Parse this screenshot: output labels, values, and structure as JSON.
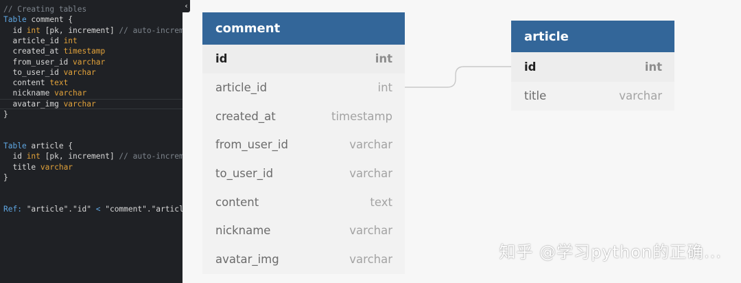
{
  "editor": {
    "lines": [
      [
        {
          "t": "// Creating tables",
          "c": "comment"
        }
      ],
      [
        {
          "t": "Table",
          "c": "keyword"
        },
        {
          "t": " comment {",
          "c": "ident"
        }
      ],
      [
        {
          "t": "  id ",
          "c": "ident"
        },
        {
          "t": "int",
          "c": "type"
        },
        {
          "t": " [pk, increment] ",
          "c": "ident"
        },
        {
          "t": "// auto-increment",
          "c": "comment"
        }
      ],
      [
        {
          "t": "  article_id ",
          "c": "ident"
        },
        {
          "t": "int",
          "c": "type"
        }
      ],
      [
        {
          "t": "  created_at ",
          "c": "ident"
        },
        {
          "t": "timestamp",
          "c": "type"
        }
      ],
      [
        {
          "t": "  from_user_id ",
          "c": "ident"
        },
        {
          "t": "varchar",
          "c": "type"
        }
      ],
      [
        {
          "t": "  to_user_id ",
          "c": "ident"
        },
        {
          "t": "varchar",
          "c": "type"
        }
      ],
      [
        {
          "t": "  content ",
          "c": "ident"
        },
        {
          "t": "text",
          "c": "type"
        }
      ],
      [
        {
          "t": "  nickname ",
          "c": "ident"
        },
        {
          "t": "varchar",
          "c": "type"
        }
      ],
      [
        {
          "t": "  avatar_img ",
          "c": "ident"
        },
        {
          "t": "varchar",
          "c": "type"
        }
      ],
      [
        {
          "t": "}",
          "c": "ident"
        }
      ],
      [],
      [],
      [
        {
          "t": "Table",
          "c": "keyword"
        },
        {
          "t": " article {",
          "c": "ident"
        }
      ],
      [
        {
          "t": "  id ",
          "c": "ident"
        },
        {
          "t": "int",
          "c": "type"
        },
        {
          "t": " [pk, increment] ",
          "c": "ident"
        },
        {
          "t": "// auto-increment",
          "c": "comment"
        }
      ],
      [
        {
          "t": "  title ",
          "c": "ident"
        },
        {
          "t": "varchar",
          "c": "type"
        }
      ],
      [
        {
          "t": "}",
          "c": "ident"
        }
      ],
      [],
      [],
      [
        {
          "t": "Ref:",
          "c": "keyword"
        },
        {
          "t": " \"article\".\"id\" ",
          "c": "ident"
        },
        {
          "t": "<",
          "c": "op"
        },
        {
          "t": " \"comment\".\"article_id\"",
          "c": "ident"
        }
      ]
    ],
    "active_line": 9,
    "collapse_icon": "chevron-left-icon",
    "collapse_glyph": "‹"
  },
  "tables": [
    {
      "name": "comment",
      "fields": [
        {
          "name": "id",
          "type": "int",
          "pk": true
        },
        {
          "name": "article_id",
          "type": "int",
          "pk": false
        },
        {
          "name": "created_at",
          "type": "timestamp",
          "pk": false
        },
        {
          "name": "from_user_id",
          "type": "varchar",
          "pk": false
        },
        {
          "name": "to_user_id",
          "type": "varchar",
          "pk": false
        },
        {
          "name": "content",
          "type": "text",
          "pk": false
        },
        {
          "name": "nickname",
          "type": "varchar",
          "pk": false
        },
        {
          "name": "avatar_img",
          "type": "varchar",
          "pk": false
        }
      ]
    },
    {
      "name": "article",
      "fields": [
        {
          "name": "id",
          "type": "int",
          "pk": true
        },
        {
          "name": "title",
          "type": "varchar",
          "pk": false
        }
      ]
    }
  ],
  "watermark": "知乎 @学习python的正确...",
  "colors": {
    "header": "#336699",
    "editor_bg": "#1f2125",
    "canvas_bg": "#f7f7f7",
    "ref_line": "#c8c8c8"
  }
}
